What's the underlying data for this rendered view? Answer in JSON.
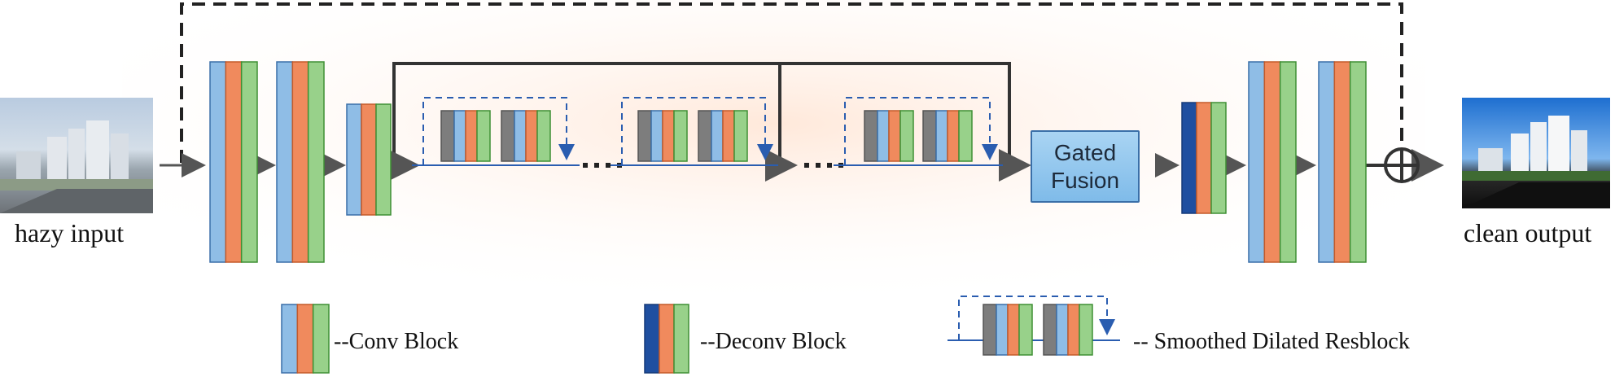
{
  "labels": {
    "hazy_input": "hazy input",
    "clean_output": "clean output",
    "gated_fusion_line1": "Gated",
    "gated_fusion_line2": "Fusion"
  },
  "legend": {
    "conv": "--Conv Block",
    "deconv": "--Deconv Block",
    "resblock": "-- Smoothed Dilated Resblock"
  },
  "colors": {
    "conv_blue": "#8fbde6",
    "conv_orange": "#f08a5d",
    "conv_green": "#98d18a",
    "deconv_dark_blue": "#1f4fa0",
    "res_gray": "#8a8a8a",
    "skip_blue": "#2a5db0",
    "flow_line": "#333333"
  },
  "icons": {
    "sum_node": "circle-plus-icon"
  }
}
